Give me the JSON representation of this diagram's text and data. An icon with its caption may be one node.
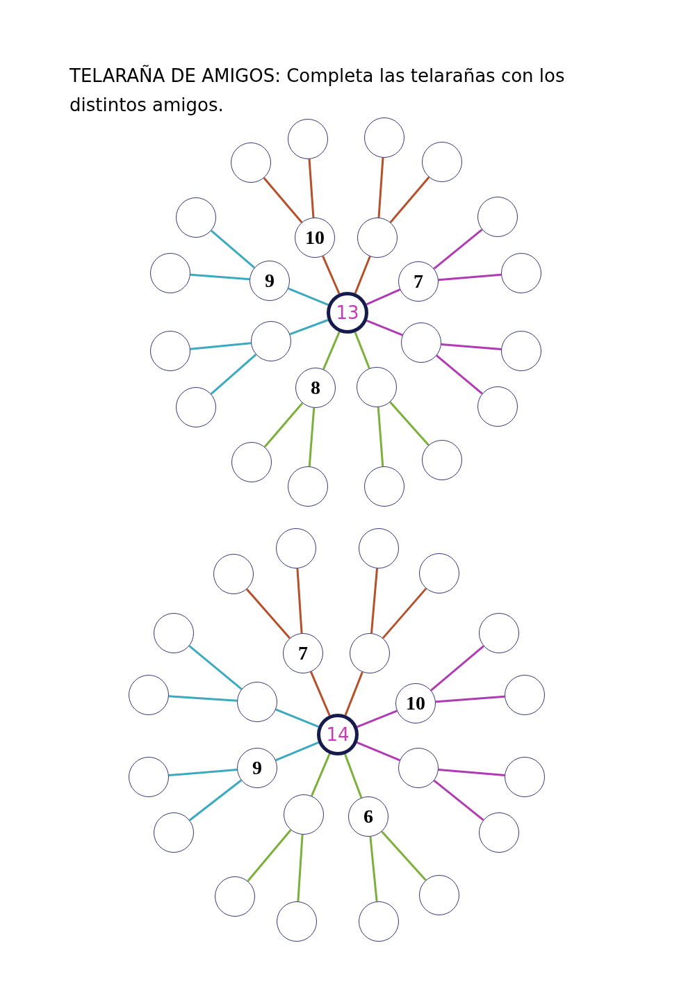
{
  "diagram": {
    "title": "TELARAÑA DE AMIGOS: Completa las telarañas con los distintos amigos.",
    "nodes": [
      {
        "text": [
          "13"
        ]
      },
      {
        "text": [
          "10"
        ]
      },
      {
        "text": [],
        "shape": "circle"
      },
      {
        "text": [],
        "shape": "circle"
      },
      {
        "text": [],
        "shape": "circle"
      },
      {
        "text": [],
        "shape": "circle"
      },
      {
        "text": [],
        "shape": "circle"
      },
      {
        "text": [
          "9"
        ]
      },
      {
        "text": [],
        "shape": "circle"
      },
      {
        "text": [],
        "shape": "circle"
      },
      {
        "text": [],
        "shape": "circle"
      },
      {
        "text": [],
        "shape": "circle"
      },
      {
        "text": [],
        "shape": "circle"
      },
      {
        "text": [
          "7"
        ]
      },
      {
        "text": [],
        "shape": "circle"
      },
      {
        "text": [],
        "shape": "circle"
      },
      {
        "text": [],
        "shape": "circle"
      },
      {
        "text": [],
        "shape": "circle"
      },
      {
        "text": [],
        "shape": "circle"
      },
      {
        "text": [
          "8"
        ]
      },
      {
        "text": [],
        "shape": "circle"
      },
      {
        "text": [],
        "shape": "circle"
      },
      {
        "text": [],
        "shape": "circle"
      },
      {
        "text": [],
        "shape": "circle"
      },
      {
        "text": [],
        "shape": "circle"
      },
      {
        "text": [
          "14"
        ]
      },
      {
        "text": [
          "7"
        ]
      },
      {
        "text": [],
        "shape": "circle"
      },
      {
        "text": [],
        "shape": "circle"
      },
      {
        "text": [],
        "shape": "circle"
      },
      {
        "text": [],
        "shape": "circle"
      },
      {
        "text": [],
        "shape": "circle"
      },
      {
        "text": [],
        "shape": "circle"
      },
      {
        "text": [],
        "shape": "circle"
      },
      {
        "text": [],
        "shape": "circle"
      },
      {
        "text": [
          "9"
        ]
      },
      {
        "text": [],
        "shape": "circle"
      },
      {
        "text": [],
        "shape": "circle"
      },
      {
        "text": [
          "10"
        ]
      },
      {
        "text": [],
        "shape": "circle"
      },
      {
        "text": [],
        "shape": "circle"
      },
      {
        "text": [],
        "shape": "circle"
      },
      {
        "text": [],
        "shape": "circle"
      },
      {
        "text": [],
        "shape": "circle"
      },
      {
        "text": [],
        "shape": "circle"
      },
      {
        "text": [],
        "shape": "circle"
      },
      {
        "text": [],
        "shape": "circle"
      },
      {
        "text": [
          "6"
        ]
      },
      {
        "text": [],
        "shape": "circle"
      },
      {
        "text": [],
        "shape": "circle"
      }
    ],
    "edges": [
      {
        "from": 0,
        "to": 1,
        "arrow": "none",
        "color": "#b4502a"
      },
      {
        "from": 1,
        "to": 2,
        "arrow": "none",
        "color": "#b4502a"
      },
      {
        "from": 1,
        "to": 3,
        "arrow": "none",
        "color": "#b4502a"
      },
      {
        "from": 0,
        "to": 4,
        "arrow": "none",
        "color": "#b4502a"
      },
      {
        "from": 4,
        "to": 5,
        "arrow": "none",
        "color": "#b4502a"
      },
      {
        "from": 4,
        "to": 6,
        "arrow": "none",
        "color": "#b4502a"
      },
      {
        "from": 0,
        "to": 7,
        "arrow": "none",
        "color": "#3ba9bf"
      },
      {
        "from": 7,
        "to": 8,
        "arrow": "none",
        "color": "#3ba9bf"
      },
      {
        "from": 7,
        "to": 9,
        "arrow": "none",
        "color": "#3ba9bf"
      },
      {
        "from": 0,
        "to": 10,
        "arrow": "none",
        "color": "#3ba9bf"
      },
      {
        "from": 10,
        "to": 11,
        "arrow": "none",
        "color": "#3ba9bf"
      },
      {
        "from": 10,
        "to": 12,
        "arrow": "none",
        "color": "#3ba9bf"
      },
      {
        "from": 0,
        "to": 13,
        "arrow": "none",
        "color": "#b03ab4"
      },
      {
        "from": 13,
        "to": 14,
        "arrow": "none",
        "color": "#b03ab4"
      },
      {
        "from": 13,
        "to": 15,
        "arrow": "none",
        "color": "#b03ab4"
      },
      {
        "from": 0,
        "to": 16,
        "arrow": "none",
        "color": "#b03ab4"
      },
      {
        "from": 16,
        "to": 17,
        "arrow": "none",
        "color": "#b03ab4"
      },
      {
        "from": 16,
        "to": 18,
        "arrow": "none",
        "color": "#b03ab4"
      },
      {
        "from": 0,
        "to": 19,
        "arrow": "none",
        "color": "#7bb03a"
      },
      {
        "from": 19,
        "to": 20,
        "arrow": "none",
        "color": "#7bb03a"
      },
      {
        "from": 19,
        "to": 21,
        "arrow": "none",
        "color": "#7bb03a"
      },
      {
        "from": 0,
        "to": 22,
        "arrow": "none",
        "color": "#7bb03a"
      },
      {
        "from": 22,
        "to": 23,
        "arrow": "none",
        "color": "#7bb03a"
      },
      {
        "from": 22,
        "to": 24,
        "arrow": "none",
        "color": "#7bb03a"
      },
      {
        "from": 25,
        "to": 26,
        "arrow": "none",
        "color": "#b4502a"
      },
      {
        "from": 26,
        "to": 27,
        "arrow": "none",
        "color": "#b4502a"
      },
      {
        "from": 26,
        "to": 28,
        "arrow": "none",
        "color": "#b4502a"
      },
      {
        "from": 25,
        "to": 29,
        "arrow": "none",
        "color": "#b4502a"
      },
      {
        "from": 29,
        "to": 30,
        "arrow": "none",
        "color": "#b4502a"
      },
      {
        "from": 29,
        "to": 31,
        "arrow": "none",
        "color": "#b4502a"
      },
      {
        "from": 25,
        "to": 32,
        "arrow": "none",
        "color": "#3ba9bf"
      },
      {
        "from": 32,
        "to": 33,
        "arrow": "none",
        "color": "#3ba9bf"
      },
      {
        "from": 32,
        "to": 34,
        "arrow": "none",
        "color": "#3ba9bf"
      },
      {
        "from": 25,
        "to": 35,
        "arrow": "none",
        "color": "#3ba9bf"
      },
      {
        "from": 35,
        "to": 36,
        "arrow": "none",
        "color": "#3ba9bf"
      },
      {
        "from": 35,
        "to": 37,
        "arrow": "none",
        "color": "#3ba9bf"
      },
      {
        "from": 25,
        "to": 38,
        "arrow": "none",
        "color": "#b03ab4"
      },
      {
        "from": 38,
        "to": 39,
        "arrow": "none",
        "color": "#b03ab4"
      },
      {
        "from": 38,
        "to": 40,
        "arrow": "none",
        "color": "#b03ab4"
      },
      {
        "from": 25,
        "to": 41,
        "arrow": "none",
        "color": "#b03ab4"
      },
      {
        "from": 41,
        "to": 42,
        "arrow": "none",
        "color": "#b03ab4"
      },
      {
        "from": 41,
        "to": 43,
        "arrow": "none",
        "color": "#b03ab4"
      },
      {
        "from": 25,
        "to": 44,
        "arrow": "none",
        "color": "#7bb03a"
      },
      {
        "from": 44,
        "to": 45,
        "arrow": "none",
        "color": "#7bb03a"
      },
      {
        "from": 44,
        "to": 46,
        "arrow": "none",
        "color": "#7bb03a"
      },
      {
        "from": 25,
        "to": 47,
        "arrow": "none",
        "color": "#7bb03a"
      },
      {
        "from": 47,
        "to": 48,
        "arrow": "none",
        "color": "#7bb03a"
      },
      {
        "from": 47,
        "to": 49,
        "arrow": "none",
        "color": "#7bb03a"
      }
    ]
  }
}
